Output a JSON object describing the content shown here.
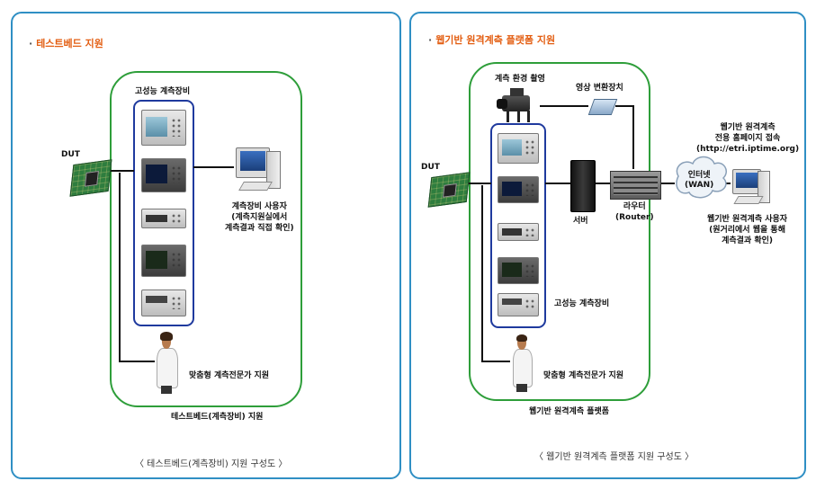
{
  "left_panel": {
    "title": "테스트베드 지원",
    "dut_label": "DUT",
    "equipment_group_label": "고성능 계측장비",
    "user_label_lines": [
      "계측장비 사용자",
      "(계측지원실에서",
      "계측결과 직접 확인)"
    ],
    "expert_label": "맞춤형 계측전문가 지원",
    "container_label": "테스트베드(계측장비) 지원",
    "caption": "〈 테스트베드(계측장비) 지원 구성도 〉"
  },
  "right_panel": {
    "title": "웹기반 원격계측 플랫폼 지원",
    "dut_label": "DUT",
    "camera_label": "계측 환경 촬영",
    "converter_label": "영상 변환장치",
    "server_label": "서버",
    "router_label_lines": [
      "라우터",
      "(Router)"
    ],
    "internet_label_lines": [
      "인터넷",
      "(WAN)"
    ],
    "web_access_lines": [
      "웹기반 원격계측",
      "전용 홈페이지 접속",
      "(http://etri.iptime.org)"
    ],
    "remote_user_lines": [
      "웹기반 원격계측 사용자",
      "(원거리에서 웹을 통해",
      "계측결과 확인)"
    ],
    "equipment_group_label": "고성능 계측장비",
    "expert_label": "맞춤형 계측전문가 지원",
    "container_label": "웹기반 원격계측 플랫폼",
    "caption": "〈 웹기반 원격계측 플랫폼 지원 구성도 〉"
  },
  "colors": {
    "panel_border": "#2f8fc4",
    "title": "#e35e12",
    "green_container": "#2e9e3a",
    "equipment_box": "#1f3a9e"
  },
  "icons": [
    "circuit-board-icon",
    "oscilloscope-icon",
    "signal-generator-icon",
    "spectrum-analyzer-icon",
    "power-supply-icon",
    "desktop-pc-icon",
    "doctor-expert-icon",
    "video-camera-icon",
    "video-converter-icon",
    "server-icon",
    "router-icon",
    "cloud-icon"
  ]
}
